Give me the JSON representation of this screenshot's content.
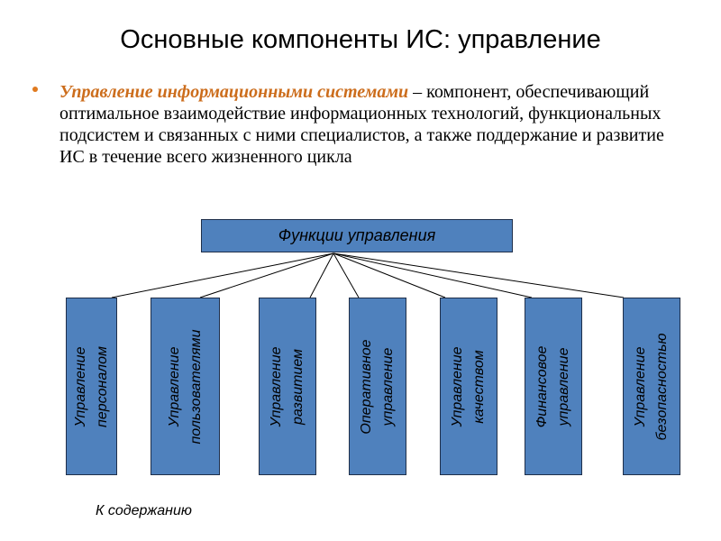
{
  "slide": {
    "title": "Основные компоненты ИС: управление",
    "bullet": {
      "term": "Управление информационными системами",
      "text": " – компонент, обеспечивающий оптимальное взаимодействие информационных технологий, функциональных подсистем и связанных с ними специалистов, а также поддержание и развитие ИС в течение всего жизненного цикла"
    },
    "link_label": "К содержанию"
  },
  "diagram": {
    "root": "Функции управления",
    "functions": [
      "Управление\nперсоналом",
      "Управление\nпользователями",
      "Управление\nразвитием",
      "Оперативное\nуправление",
      "Управление\nкачеством",
      "Финансовое\nуправление",
      "Управление\nбезопасностью"
    ]
  },
  "colors": {
    "box_fill": "#4f81bd",
    "box_border": "#1f2f4a",
    "bullet_accent": "#cc6d1c"
  }
}
